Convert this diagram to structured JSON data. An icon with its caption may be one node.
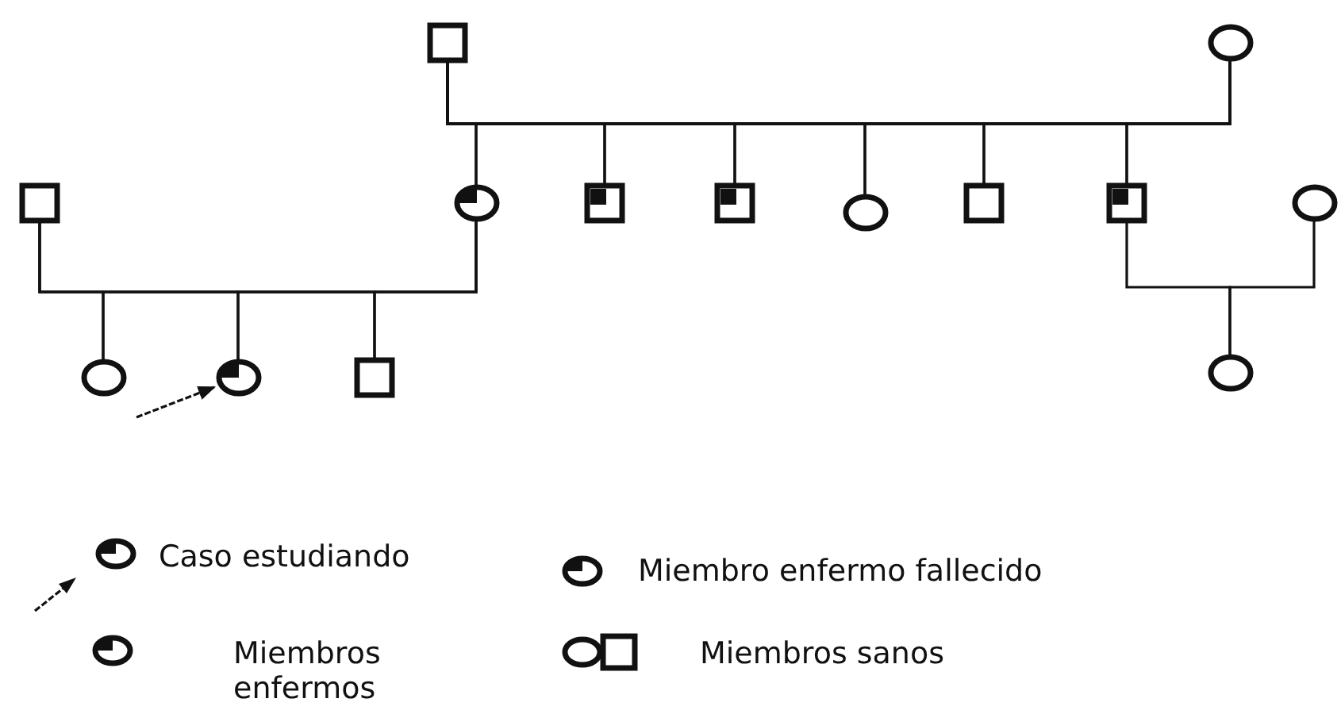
{
  "diagram": {
    "nodes": [
      {
        "text": [],
        "shape": "box"
      },
      {
        "text": [],
        "shape": "circle"
      },
      {
        "text": [],
        "shape": "box"
      },
      {
        "text": [],
        "shape": "circle"
      },
      {
        "text": [],
        "shape": "box"
      },
      {
        "text": [],
        "shape": "box"
      },
      {
        "text": [],
        "shape": "circle"
      },
      {
        "text": [],
        "shape": "box"
      },
      {
        "text": [],
        "shape": "box"
      },
      {
        "text": [],
        "shape": "circle"
      },
      {
        "text": [],
        "shape": "circle"
      },
      {
        "text": [],
        "shape": "circle"
      },
      {
        "text": [],
        "shape": "box"
      },
      {
        "text": [],
        "shape": "circle"
      }
    ],
    "edges": [
      {
        "from": 0,
        "to": 3,
        "arrow": "none"
      },
      {
        "from": 1,
        "to": 3,
        "arrow": "none"
      },
      {
        "from": 0,
        "to": 4,
        "arrow": "none"
      },
      {
        "from": 1,
        "to": 4,
        "arrow": "none"
      },
      {
        "from": 0,
        "to": 5,
        "arrow": "none"
      },
      {
        "from": 1,
        "to": 5,
        "arrow": "none"
      },
      {
        "from": 0,
        "to": 6,
        "arrow": "none"
      },
      {
        "from": 1,
        "to": 6,
        "arrow": "none"
      },
      {
        "from": 0,
        "to": 7,
        "arrow": "none"
      },
      {
        "from": 1,
        "to": 7,
        "arrow": "none"
      },
      {
        "from": 0,
        "to": 8,
        "arrow": "none"
      },
      {
        "from": 1,
        "to": 8,
        "arrow": "none"
      },
      {
        "from": 2,
        "to": 10,
        "arrow": "none"
      },
      {
        "from": 3,
        "to": 10,
        "arrow": "none"
      },
      {
        "from": 2,
        "to": 11,
        "arrow": "none"
      },
      {
        "from": 3,
        "to": 11,
        "arrow": "none"
      },
      {
        "from": 2,
        "to": 12,
        "arrow": "none"
      },
      {
        "from": 3,
        "to": 12,
        "arrow": "none"
      },
      {
        "from": 8,
        "to": 13,
        "arrow": "none"
      },
      {
        "from": 9,
        "to": 13,
        "arrow": "none"
      },
      {
        "from": null,
        "to": 11,
        "arrow": "to",
        "style": "dashed"
      }
    ],
    "legend": [
      {
        "text": "Caso estudiando"
      },
      {
        "text": "Miembro enfermo fallecido"
      },
      {
        "text": "Miembros enfermos"
      },
      {
        "text": "Miembros sanos"
      }
    ]
  }
}
